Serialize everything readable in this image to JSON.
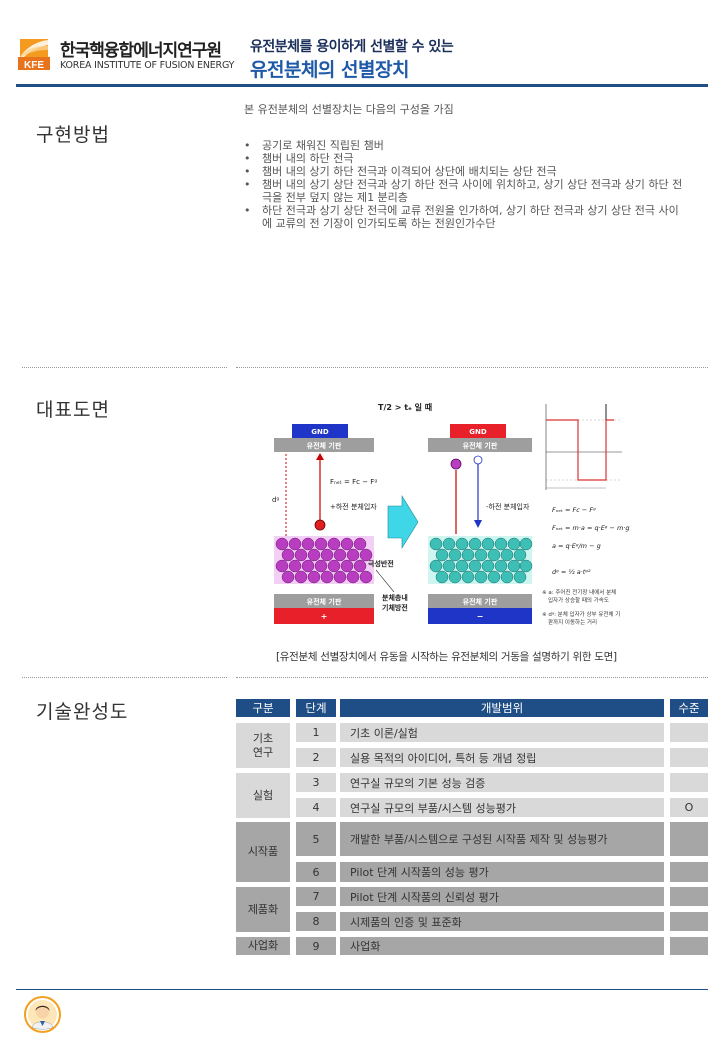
{
  "header": {
    "org_name": "한국핵융합에너지연구원",
    "org_sub": "KOREA INSTITUTE OF FUSION ENERGY",
    "logo_text": "KFE",
    "subtitle": "유전분체를 용이하게 선별할 수 있는",
    "title": "유전분체의 선별장치"
  },
  "implementation": {
    "label": "구현방법",
    "intro": "본 유전분체의 선별장치는 다음의 구성을 가짐",
    "items": [
      "공기로 채워진 직립된 챔버",
      "챔버 내의 하단 전극",
      "챔버 내의 상기 하단 전극과 이격되어 상단에 배치되는 상단 전극",
      "챔버 내의 상기 상단 전극과 상기 하단 전극 사이에 위치하고, 상기 상단 전극과 상기 하단 전극을 전부 덮지 않는 제1 분리층",
      "하단 전극과 상기 상단 전극에 교류 전원을 인가하여, 상기 하단 전극과 상기 상단 전극 사이에 교류의 전 기장이 인가되도록 하는 전원인가수단"
    ]
  },
  "drawing": {
    "label": "대표도면",
    "caption": "[유전분체 선별장치에서 유동을 시작하는 유전분체의 거동을 설명하기 위한 도면]",
    "fig": {
      "top_label": "T/2 > tₑ 일 때",
      "gnd": "GND",
      "substrate": "유전체 기판",
      "force": "Fₙₑₜ = Fᴄ − Fᵍ",
      "dg": "dᵍ",
      "pos_particle": "+하전 분체입자",
      "neg_particle": "-하전 분체입자",
      "polarity": "극성반전",
      "layer1": "분체층내",
      "layer2": "기체방전",
      "plus": "+",
      "minus": "−",
      "eq1": "Fₙₑₜ = Fᴄ − Fᵍ",
      "eq2": "Fₙₑₜ = m·a = q·Eᵍ − m·g",
      "eq3": "a = q·Eᵍ/m − g",
      "eq4": "dᵍ = ½ a·tᵍ²",
      "note1a": "※ a: 주어진 전기장 내에서 분체",
      "note1b": "입자가 상승할 때의 가속도",
      "note2a": "※ dᵍ: 분체 입자가 상부 유전체 기",
      "note2b": "판까지 이동하는 거리"
    },
    "colors": {
      "gnd": "#1f35c8",
      "substrate": "#9e9e9e",
      "pos_electrode": "#e8202a",
      "neg_electrode": "#1f35c8",
      "magenta": "#b93dc0",
      "teal": "#3ebfb5",
      "arrow": "#3fd7e8"
    }
  },
  "maturity": {
    "label": "기술완성도",
    "headers": {
      "category": "구분",
      "stage": "단계",
      "scope": "개발범위",
      "level": "수준"
    },
    "categories": [
      "기초\n연구",
      "실험",
      "시작품",
      "제품화",
      "사업화"
    ],
    "rows": [
      {
        "stage": "1",
        "scope": "기초 이론/실험",
        "level": ""
      },
      {
        "stage": "2",
        "scope": "실용 목적의 아이디어, 특허 등 개념 정립",
        "level": ""
      },
      {
        "stage": "3",
        "scope": "연구실 규모의 기본 성능 검증",
        "level": ""
      },
      {
        "stage": "4",
        "scope": "연구실 규모의 부품/시스템 성능평가",
        "level": "O"
      },
      {
        "stage": "5",
        "scope": "개발한 부품/시스템으로  구성된 시작품 제작 및 성능평가",
        "level": ""
      },
      {
        "stage": "6",
        "scope": "Pilot 단계 시작품의 성능 평가",
        "level": ""
      },
      {
        "stage": "7",
        "scope": "Pilot 단계 시작품의 신뢰성 평가",
        "level": ""
      },
      {
        "stage": "8",
        "scope": "시제품의 인증 및 표준화",
        "level": ""
      },
      {
        "stage": "9",
        "scope": "사업화",
        "level": ""
      }
    ]
  }
}
